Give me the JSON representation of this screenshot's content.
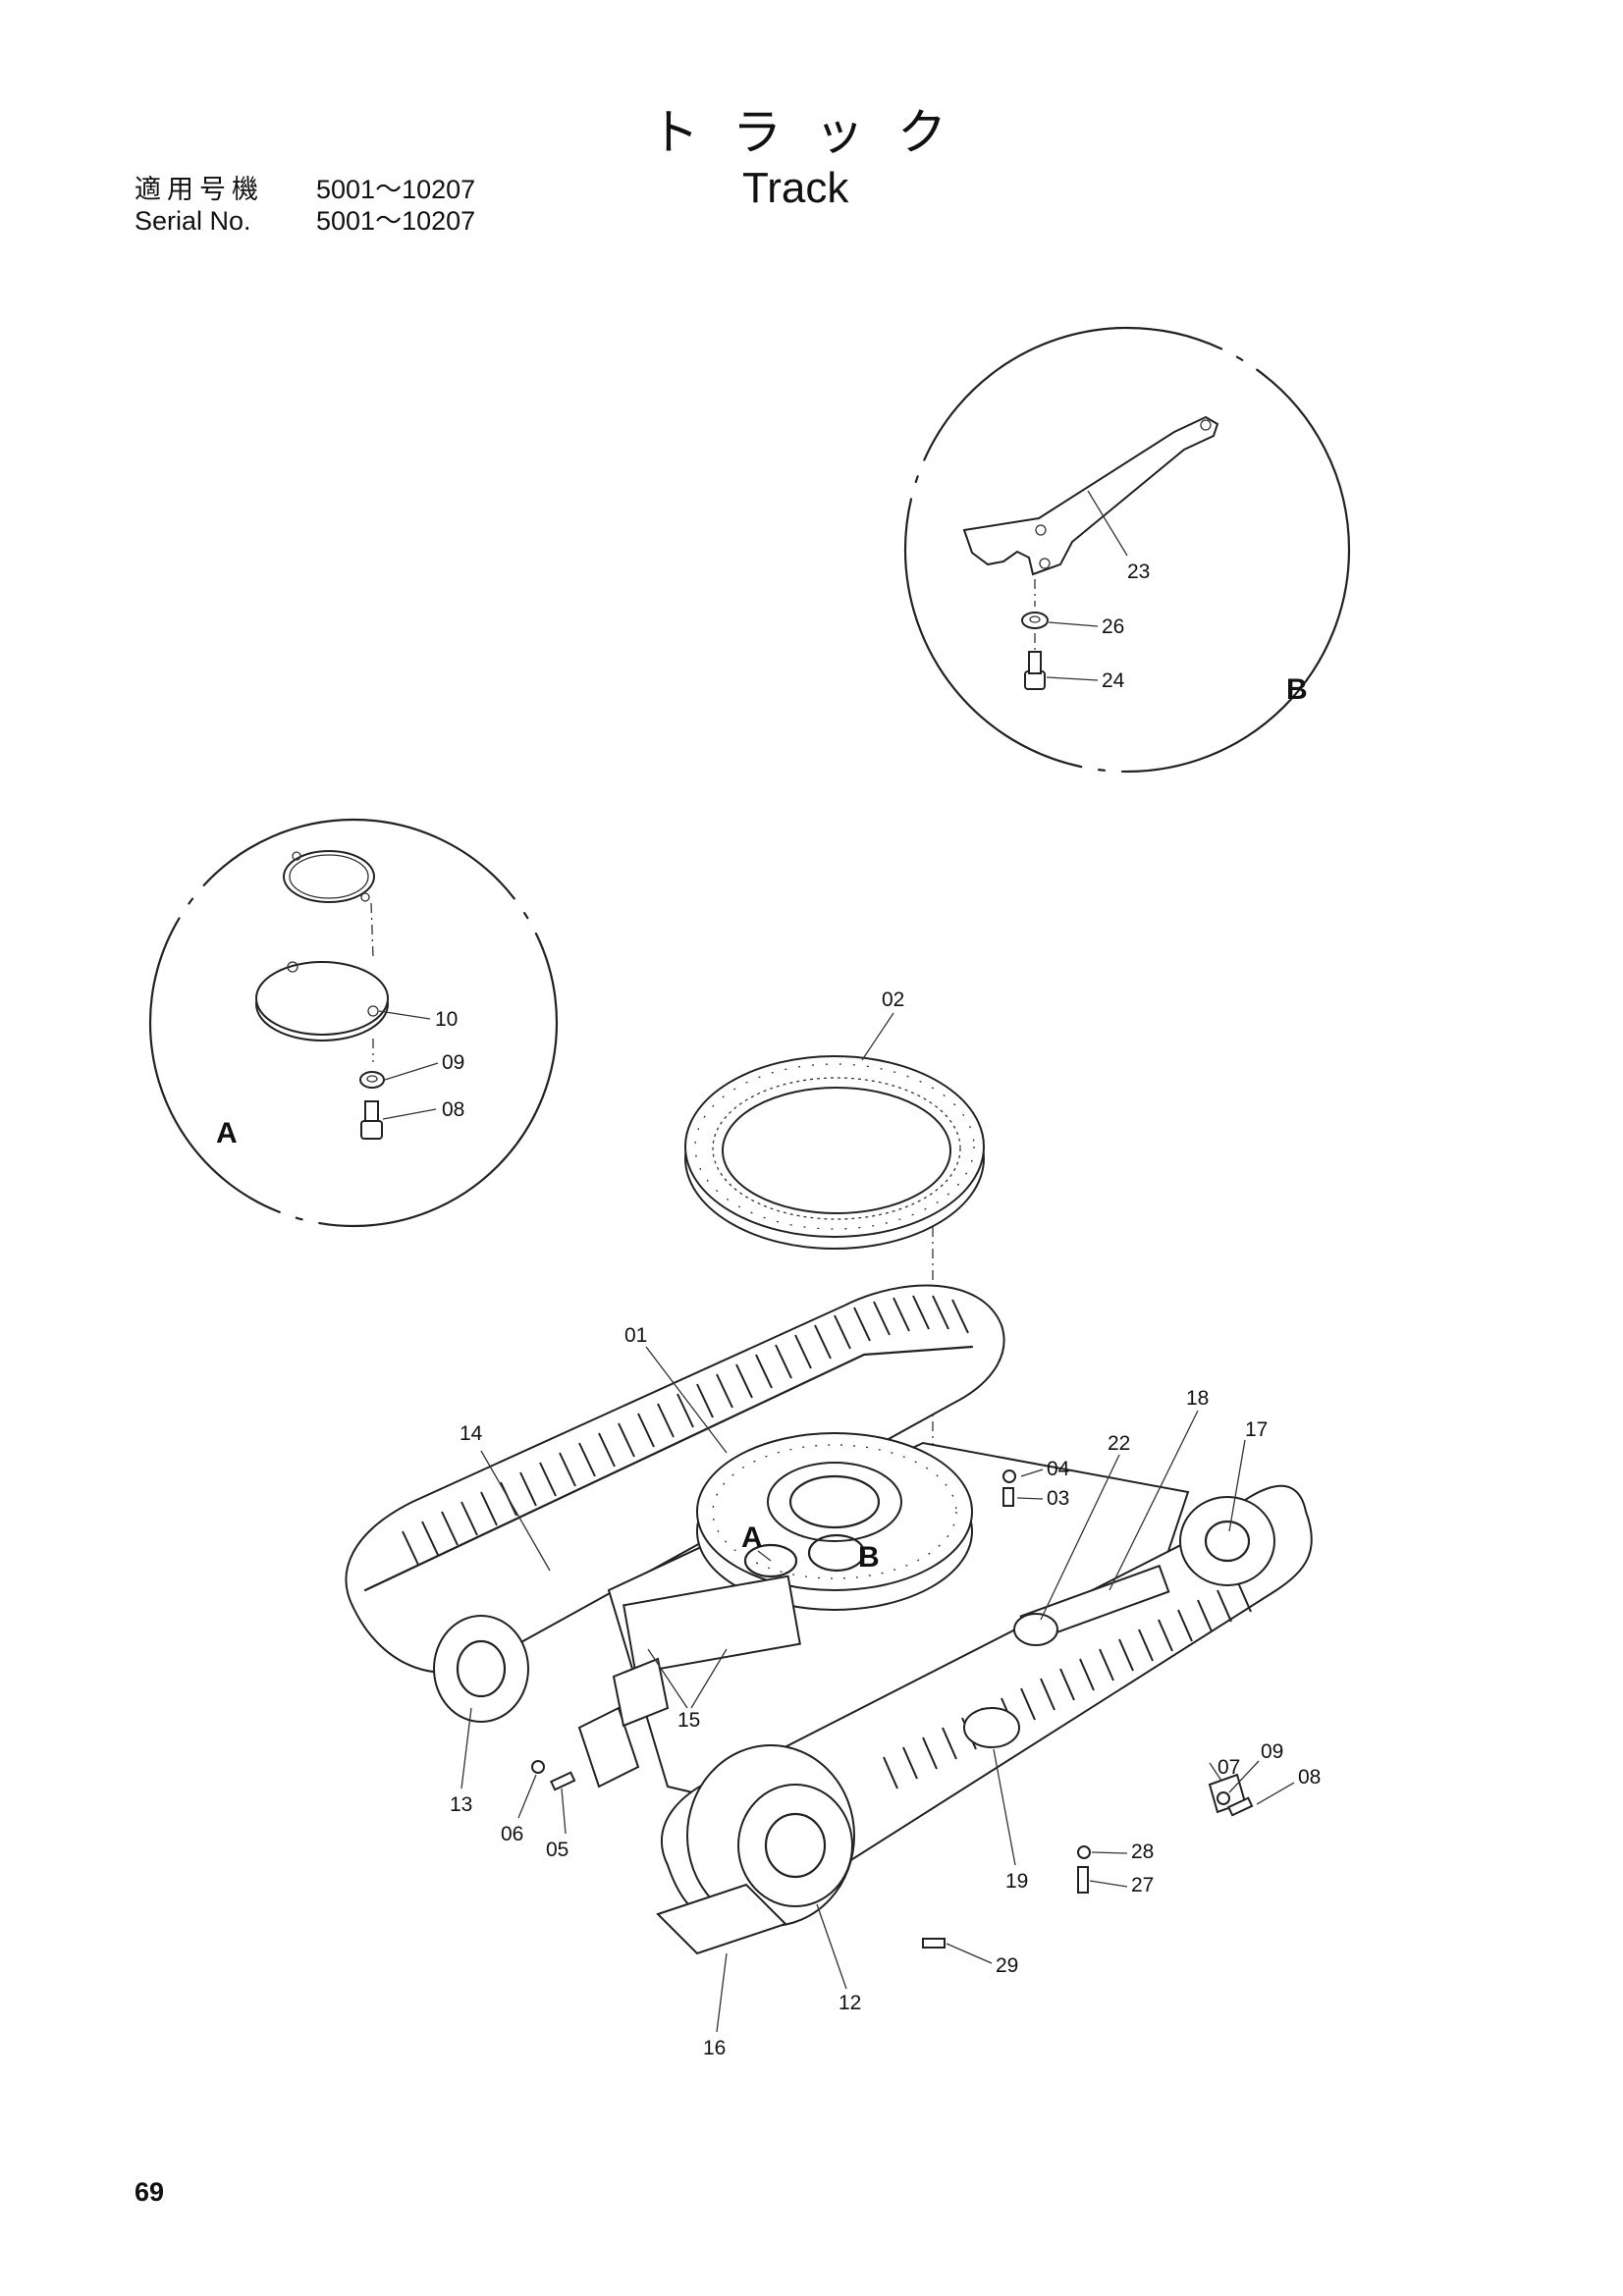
{
  "header": {
    "title_jp": "トラック",
    "title_en": "Track",
    "applicable_label_jp": "適用号機",
    "applicable_range_jp": "5001～10207",
    "serial_label": "Serial No.",
    "serial_range": "5001～10207"
  },
  "detail_letters": {
    "a": "A",
    "b": "B"
  },
  "callouts": {
    "p01": "01",
    "p02": "02",
    "p03": "03",
    "p04": "04",
    "p05": "05",
    "p06": "06",
    "p07": "07",
    "p08_a": "08",
    "p08_b": "08",
    "p09_a": "09",
    "p09_b": "09",
    "p10": "10",
    "p12": "12",
    "p13": "13",
    "p14": "14",
    "p15": "15",
    "p16": "16",
    "p17": "17",
    "p18": "18",
    "p19": "19",
    "p22": "22",
    "p23": "23",
    "p24": "24",
    "p26": "26",
    "p27": "27",
    "p28": "28",
    "p29": "29"
  },
  "footer": {
    "page_number": "69"
  }
}
